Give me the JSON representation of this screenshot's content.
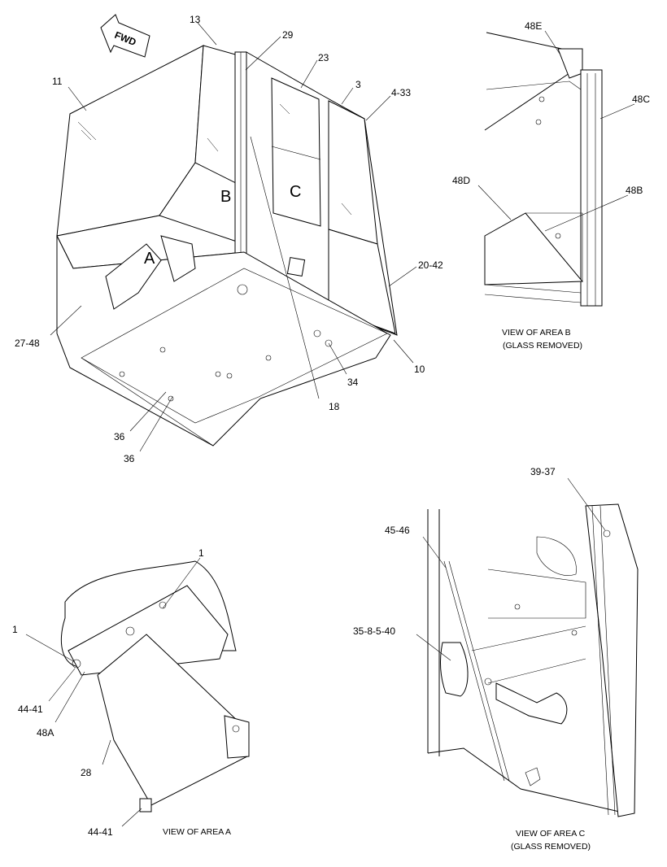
{
  "diagram": {
    "fwd_label": "FWD",
    "area_letters": {
      "a": "A",
      "b": "B",
      "c": "C"
    },
    "callouts": {
      "c11": "11",
      "c13": "13",
      "c29": "29",
      "c23": "23",
      "c3": "3",
      "c4_33": "4-33",
      "c20_42": "20-42",
      "c10": "10",
      "c34": "34",
      "c18": "18",
      "c36a": "36",
      "c36b": "36",
      "c27_48": "27-48",
      "c48E": "48E",
      "c48C": "48C",
      "c48D": "48D",
      "c48B": "48B",
      "c1a": "1",
      "c1b": "1",
      "c44_41a": "44-41",
      "c48A": "48A",
      "c28": "28",
      "c44_41b": "44-41",
      "c39_37": "39-37",
      "c45_46": "45-46",
      "c35_8_5_40": "35-8-5-40"
    },
    "captions": {
      "area_b_line1": "VIEW OF AREA B",
      "area_b_line2": "(GLASS REMOVED)",
      "area_a": "VIEW OF AREA A",
      "area_c_line1": "VIEW OF AREA C",
      "area_c_line2": "(GLASS REMOVED)"
    }
  }
}
